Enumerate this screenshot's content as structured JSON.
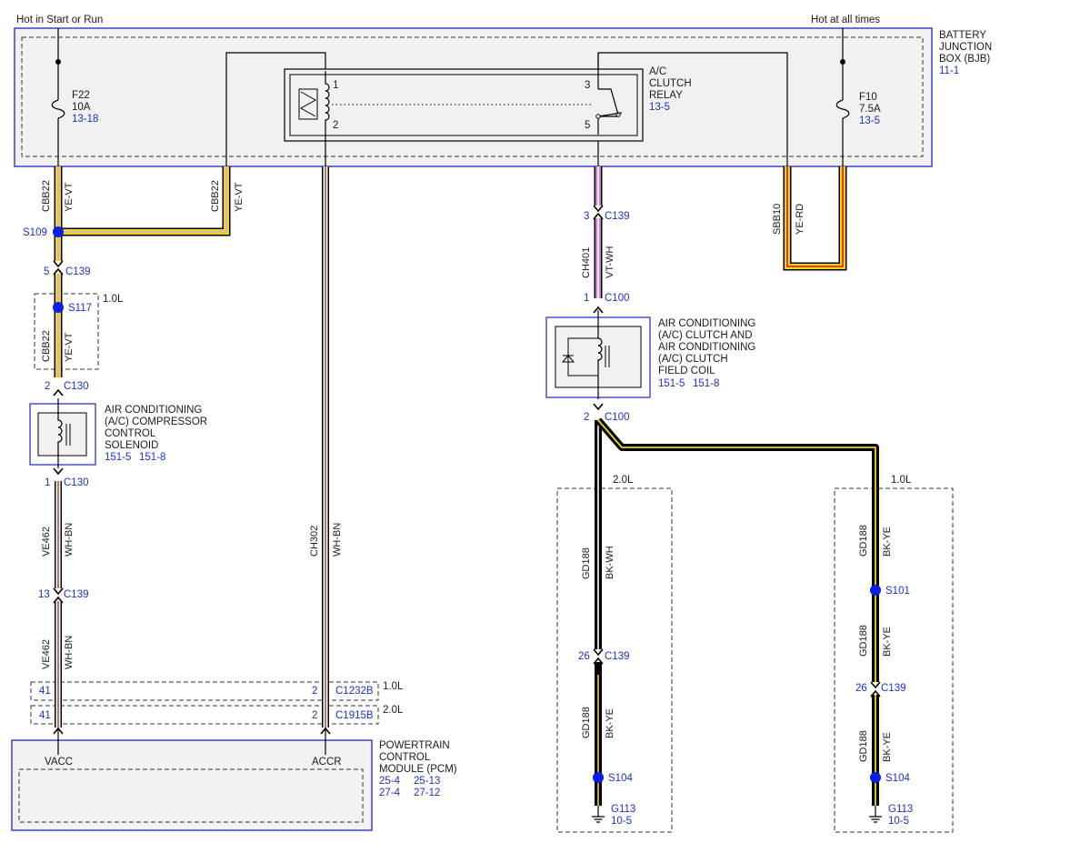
{
  "power_labels": {
    "run_start": "Hot in Start or Run",
    "always": "Hot at all times"
  },
  "bjb": {
    "line1": "BATTERY",
    "line2": "JUNCTION",
    "line3": "BOX (BJB)",
    "ref": "11-1"
  },
  "fuses": {
    "f22": {
      "name": "F22",
      "rating": "10A",
      "ref": "13-18"
    },
    "f10": {
      "name": "F10",
      "rating": "7.5A",
      "ref": "13-5"
    }
  },
  "relay": {
    "line1": "A/C",
    "line2": "CLUTCH",
    "line3": "RELAY",
    "ref": "13-5",
    "pins": {
      "p1": "1",
      "p2": "2",
      "p3": "3",
      "p5": "5"
    }
  },
  "circuits": {
    "cbb22": "CBB22",
    "ye_vt": "YE-VT",
    "sbb10": "SBB10",
    "ye_rd": "YE-RD",
    "ch401": "CH401",
    "vt_wh": "VT-WH",
    "ve462": "VE462",
    "wh_bn": "WH-BN",
    "ch302": "CH302",
    "gd188": "GD188",
    "bk_wh": "BK-WH",
    "bk_ye": "BK-YE"
  },
  "splices": {
    "s109": "S109",
    "s117": "S117",
    "s101": "S101",
    "s104": "S104"
  },
  "connectors": {
    "c139": "C139",
    "c130": "C130",
    "c100": "C100",
    "c1232b": "C1232B",
    "c1915b": "C1915B",
    "pin_3": "3",
    "pin_5": "5",
    "pin_1": "1",
    "pin_2": "2",
    "pin_13": "13",
    "pin_26": "26",
    "pin_41": "41"
  },
  "options": {
    "l10": "1.0L",
    "l20": "2.0L"
  },
  "solenoid": {
    "line1": "AIR CONDITIONING",
    "line2": "(A/C) COMPRESSOR",
    "line3": "CONTROL",
    "line4": "SOLENOID",
    "ref1": "151-5",
    "ref2": "151-8"
  },
  "clutch": {
    "line1": "AIR CONDITIONING",
    "line2": "(A/C) CLUTCH AND",
    "line3": "AIR CONDITIONING",
    "line4": "(A/C) CLUTCH",
    "line5": "FIELD COIL",
    "ref1": "151-5",
    "ref2": "151-8"
  },
  "pcm": {
    "line1": "POWERTRAIN",
    "line2": "CONTROL",
    "line3": "MODULE (PCM)",
    "ref1": "25-4",
    "ref2": "25-13",
    "ref3": "27-4",
    "ref4": "27-12",
    "pin_vacc": "VACC",
    "pin_accr": "ACCR"
  },
  "grounds": {
    "g113": "G113",
    "ref": "10-5"
  },
  "colors": {
    "box_stroke": "#2b35c8",
    "ref_text": "#1f2fd0",
    "splice": "#0a1ee6",
    "yellow": "#f2d21b",
    "violet": "#cf7fd8",
    "red": "#d02020",
    "white": "#ffffff",
    "brown": "#9b5a3c",
    "black": "#000000"
  }
}
